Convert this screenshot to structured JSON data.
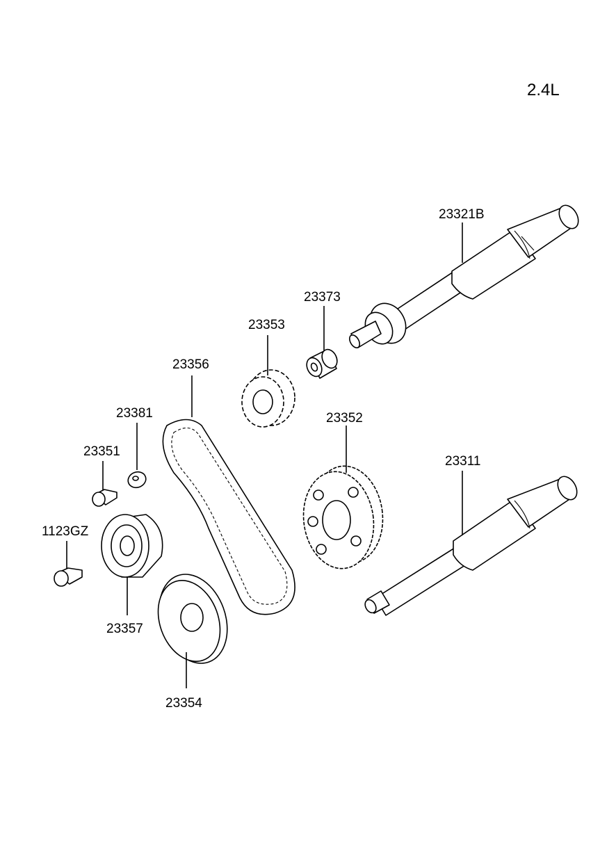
{
  "engine_label": "2.4L",
  "parts": [
    {
      "id": "p23321b",
      "number": "23321B"
    },
    {
      "id": "p23373",
      "number": "23373"
    },
    {
      "id": "p23353",
      "number": "23353"
    },
    {
      "id": "p23356",
      "number": "23356"
    },
    {
      "id": "p23381",
      "number": "23381"
    },
    {
      "id": "p23352",
      "number": "23352"
    },
    {
      "id": "p23351",
      "number": "23351"
    },
    {
      "id": "p23311",
      "number": "23311"
    },
    {
      "id": "p1123gz",
      "number": "1123GZ"
    },
    {
      "id": "p23357",
      "number": "23357"
    },
    {
      "id": "p23354",
      "number": "23354"
    }
  ]
}
